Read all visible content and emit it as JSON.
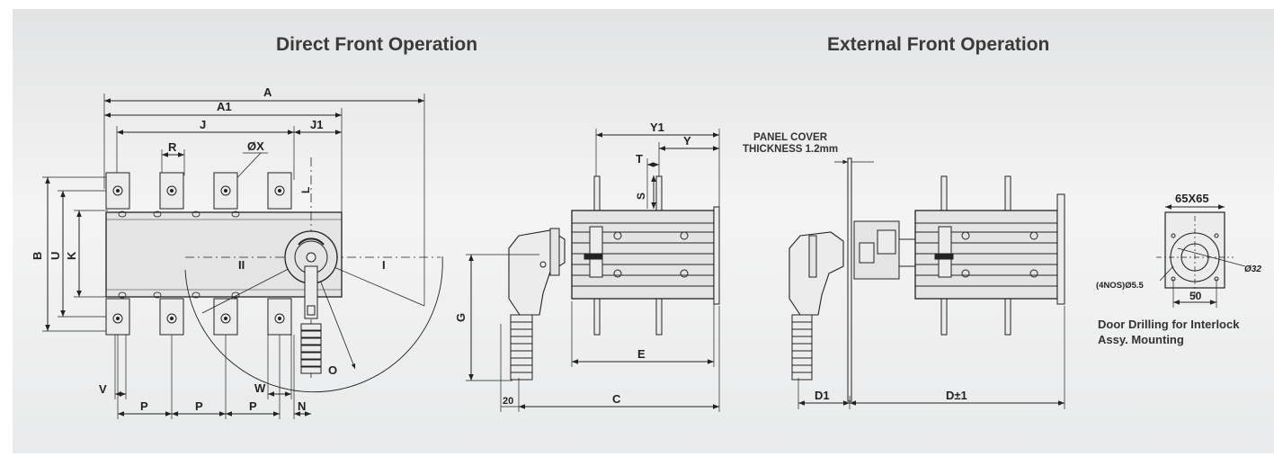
{
  "headings": {
    "left": "Direct Front Operation",
    "right": "External Front Operation"
  },
  "labels": {
    "A": "A",
    "A1": "A1",
    "J": "J",
    "J1": "J1",
    "R": "R",
    "OX": "ØX",
    "L": "L",
    "B": "B",
    "U": "U",
    "K": "K",
    "II": "II",
    "I": "I",
    "O": "O",
    "V": "V",
    "W": "W",
    "P": "P",
    "N": "N",
    "Y1": "Y1",
    "Y": "Y",
    "T": "T",
    "S": "S",
    "G": "G",
    "E": "E",
    "C": "C",
    "twenty": "20",
    "D1": "D1",
    "Dpm1": "D±1",
    "sq": "65X65",
    "fifty": "50",
    "nos": "(4NOS)Ø5.5",
    "o32": "Ø32"
  },
  "panel_cover": {
    "line1": "PANEL COVER",
    "line2": "THICKNESS 1.2mm"
  },
  "door_note": {
    "line1": "Door Drilling for Interlock",
    "line2": "Assy. Mounting"
  },
  "colors": {
    "line": "#222222",
    "body": "#e4e4e4",
    "panel": "#ececec"
  }
}
